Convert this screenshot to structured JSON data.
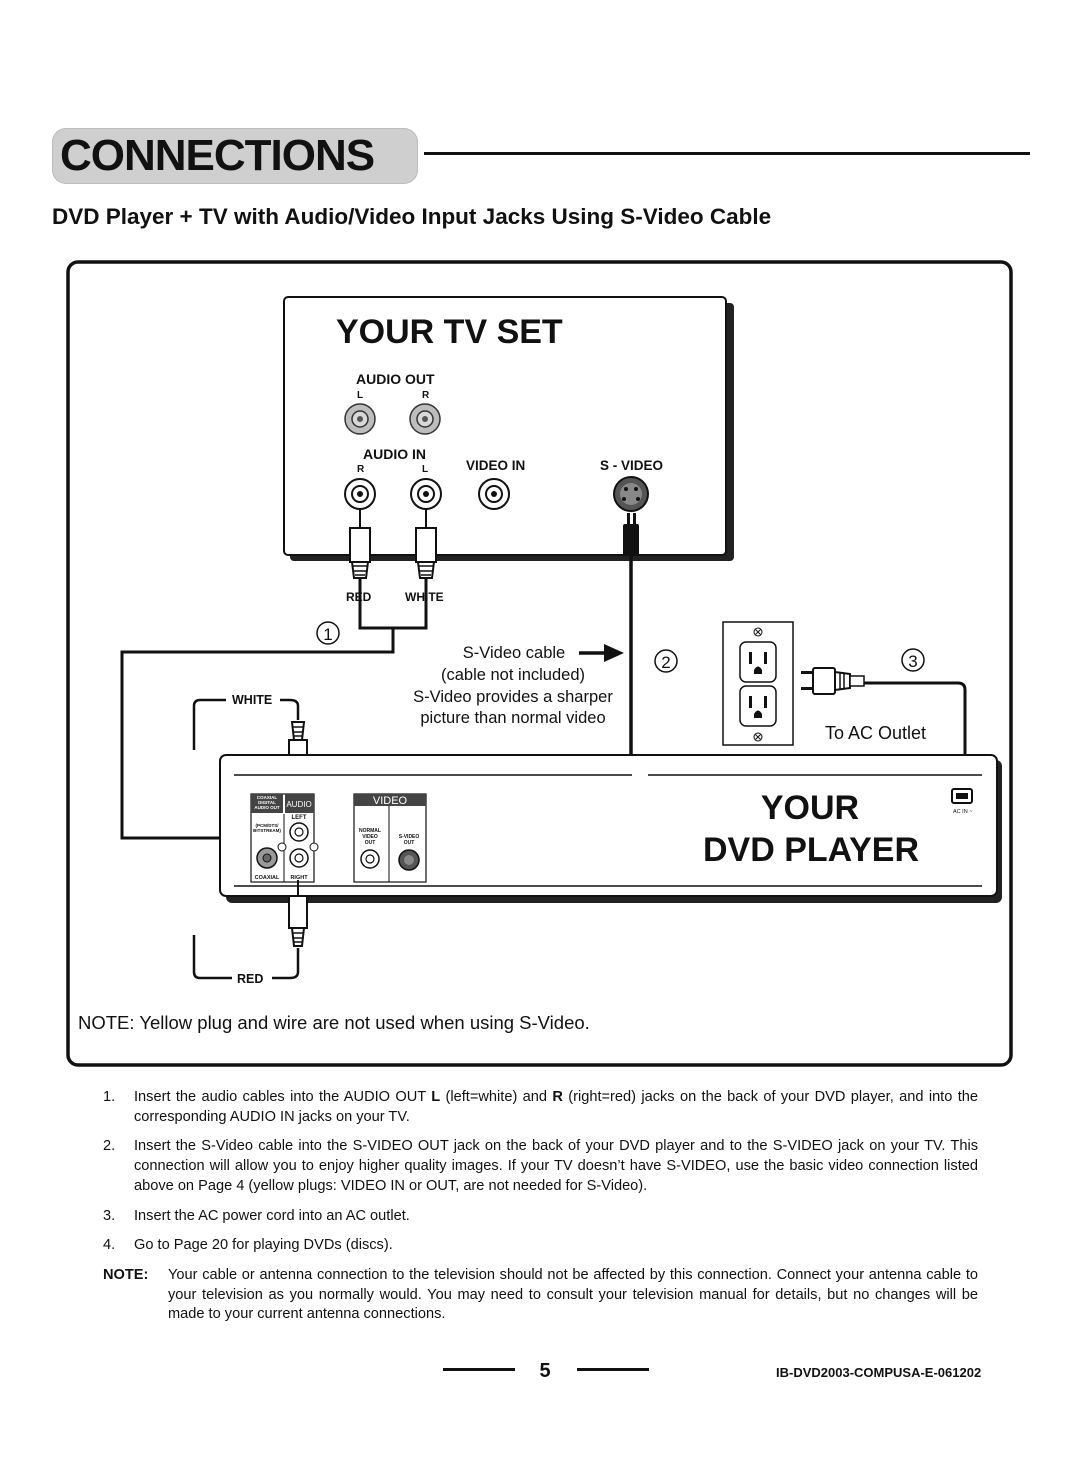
{
  "section": {
    "title": "CONNECTIONS"
  },
  "subtitle": "DVD Player + TV with Audio/Video Input Jacks Using S-Video Cable",
  "diagram": {
    "tv": {
      "title": "YOUR TV SET",
      "audio_out": "AUDIO OUT",
      "audio_out_l": "L",
      "audio_out_r": "R",
      "audio_in": "AUDIO IN",
      "audio_in_r": "R",
      "audio_in_l": "L",
      "video_in": "VIDEO IN",
      "s_video": "S - VIDEO"
    },
    "plug_red": "RED",
    "plug_white": "WHITE",
    "step_1": "1",
    "step_2": "2",
    "step_3": "3",
    "svideo_note": [
      "S-Video cable",
      "(cable not included)",
      "S-Video provides a sharper",
      "picture than normal video"
    ],
    "ac_outlet": "To AC Outlet",
    "white_label": "WHITE",
    "red_label": "RED",
    "dvd": {
      "title_line1": "YOUR",
      "title_line2": "DVD PLAYER",
      "video": "VIDEO",
      "audio": "AUDIO",
      "coaxial_digital": [
        "COAXIAL",
        "DIGITAL",
        "AUDIO OUT"
      ],
      "pcm": [
        "(PCM/DTS/",
        "BITSTREAM)"
      ],
      "left": "LEFT",
      "right": "RIGHT",
      "coaxial": "COAXIAL",
      "normal_video_out": [
        "NORMAL",
        "VIDEO",
        "OUT"
      ],
      "svideo_out": [
        "S-VIDEO",
        "OUT"
      ],
      "ac_in": "AC IN ~"
    },
    "note": "NOTE: Yellow plug and wire are not used when using S-Video."
  },
  "steps": [
    {
      "num": "1.",
      "parts": [
        "Insert the audio cables into the AUDIO OUT ",
        "L",
        " (left=white) and ",
        "R",
        " (right=red) jacks on the back of your DVD player, and into the corresponding AUDIO IN jacks on your TV."
      ]
    },
    {
      "num": "2.",
      "text": "Insert the S-Video cable into the S-VIDEO OUT jack on the back of your DVD player and to the S-VIDEO jack on your TV. This connection will allow you to enjoy higher quality images. If your TV doesn’t have S-VIDEO, use the basic video connection listed above on Page 4 (yellow plugs: VIDEO IN or OUT, are not needed for S-Video)."
    },
    {
      "num": "3.",
      "text": "Insert the AC power cord into an AC outlet."
    },
    {
      "num": "4.",
      "text": "Go to Page 20 for playing DVDs (discs)."
    }
  ],
  "note": {
    "label": "NOTE",
    "text": "Your cable or antenna connection to the television should not be affected by this connection. Connect your antenna cable to your television as you normally would. You may need to consult your television manual for details, but no changes will be made to your current antenna connections."
  },
  "footer": {
    "page": "5",
    "doc_id": "IB-DVD2003-COMPUSA-E-061202"
  }
}
